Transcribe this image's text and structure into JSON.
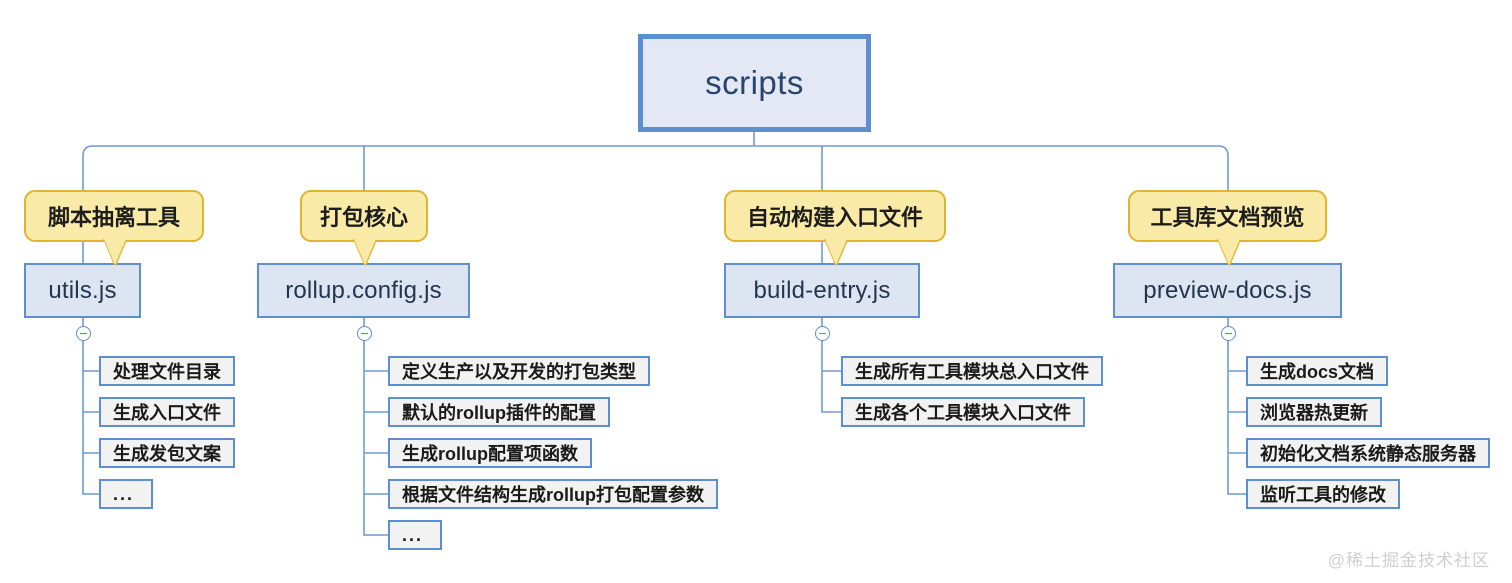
{
  "diagram": {
    "type": "mindmap-tree",
    "root": {
      "label": "scripts",
      "fill": "#e3e8f4",
      "border": "#5b8fd0"
    },
    "colors": {
      "node_border": "#5b8fd0",
      "node_fill": "#dde5f2",
      "callout_fill": "#faeaa8",
      "callout_border": "#dfb431",
      "leaf_fill": "#f2f2f2",
      "edge": "#6f9bd1",
      "root_text": "#28456e",
      "watermark": "#cfcfcf"
    },
    "collapse_icon": "minus-circle",
    "branches": [
      {
        "id": "utils",
        "callout": "脚本抽离工具",
        "file": "utils.js",
        "children": [
          {
            "label": "处理文件目录",
            "ellipsis": false
          },
          {
            "label": "生成入口文件",
            "ellipsis": false
          },
          {
            "label": "生成发包文案",
            "ellipsis": false
          },
          {
            "label": "...",
            "ellipsis": true
          }
        ]
      },
      {
        "id": "rollup",
        "callout": "打包核心",
        "file": "rollup.config.js",
        "children": [
          {
            "label": "定义生产以及开发的打包类型",
            "ellipsis": false
          },
          {
            "label": "默认的rollup插件的配置",
            "ellipsis": false
          },
          {
            "label": "生成rollup配置项函数",
            "ellipsis": false
          },
          {
            "label": "根据文件结构生成rollup打包配置参数",
            "ellipsis": false
          },
          {
            "label": "...",
            "ellipsis": true
          }
        ]
      },
      {
        "id": "build-entry",
        "callout": "自动构建入口文件",
        "file": "build-entry.js",
        "children": [
          {
            "label": "生成所有工具模块总入口文件",
            "ellipsis": false
          },
          {
            "label": "生成各个工具模块入口文件",
            "ellipsis": false
          }
        ]
      },
      {
        "id": "preview-docs",
        "callout": "工具库文档预览",
        "file": "preview-docs.js",
        "children": [
          {
            "label": "生成docs文档",
            "ellipsis": false
          },
          {
            "label": "浏览器热更新",
            "ellipsis": false
          },
          {
            "label": "初始化文档系统静态服务器",
            "ellipsis": false
          },
          {
            "label": "监听工具的修改",
            "ellipsis": false
          }
        ]
      }
    ]
  },
  "watermark": "@稀土掘金技术社区"
}
